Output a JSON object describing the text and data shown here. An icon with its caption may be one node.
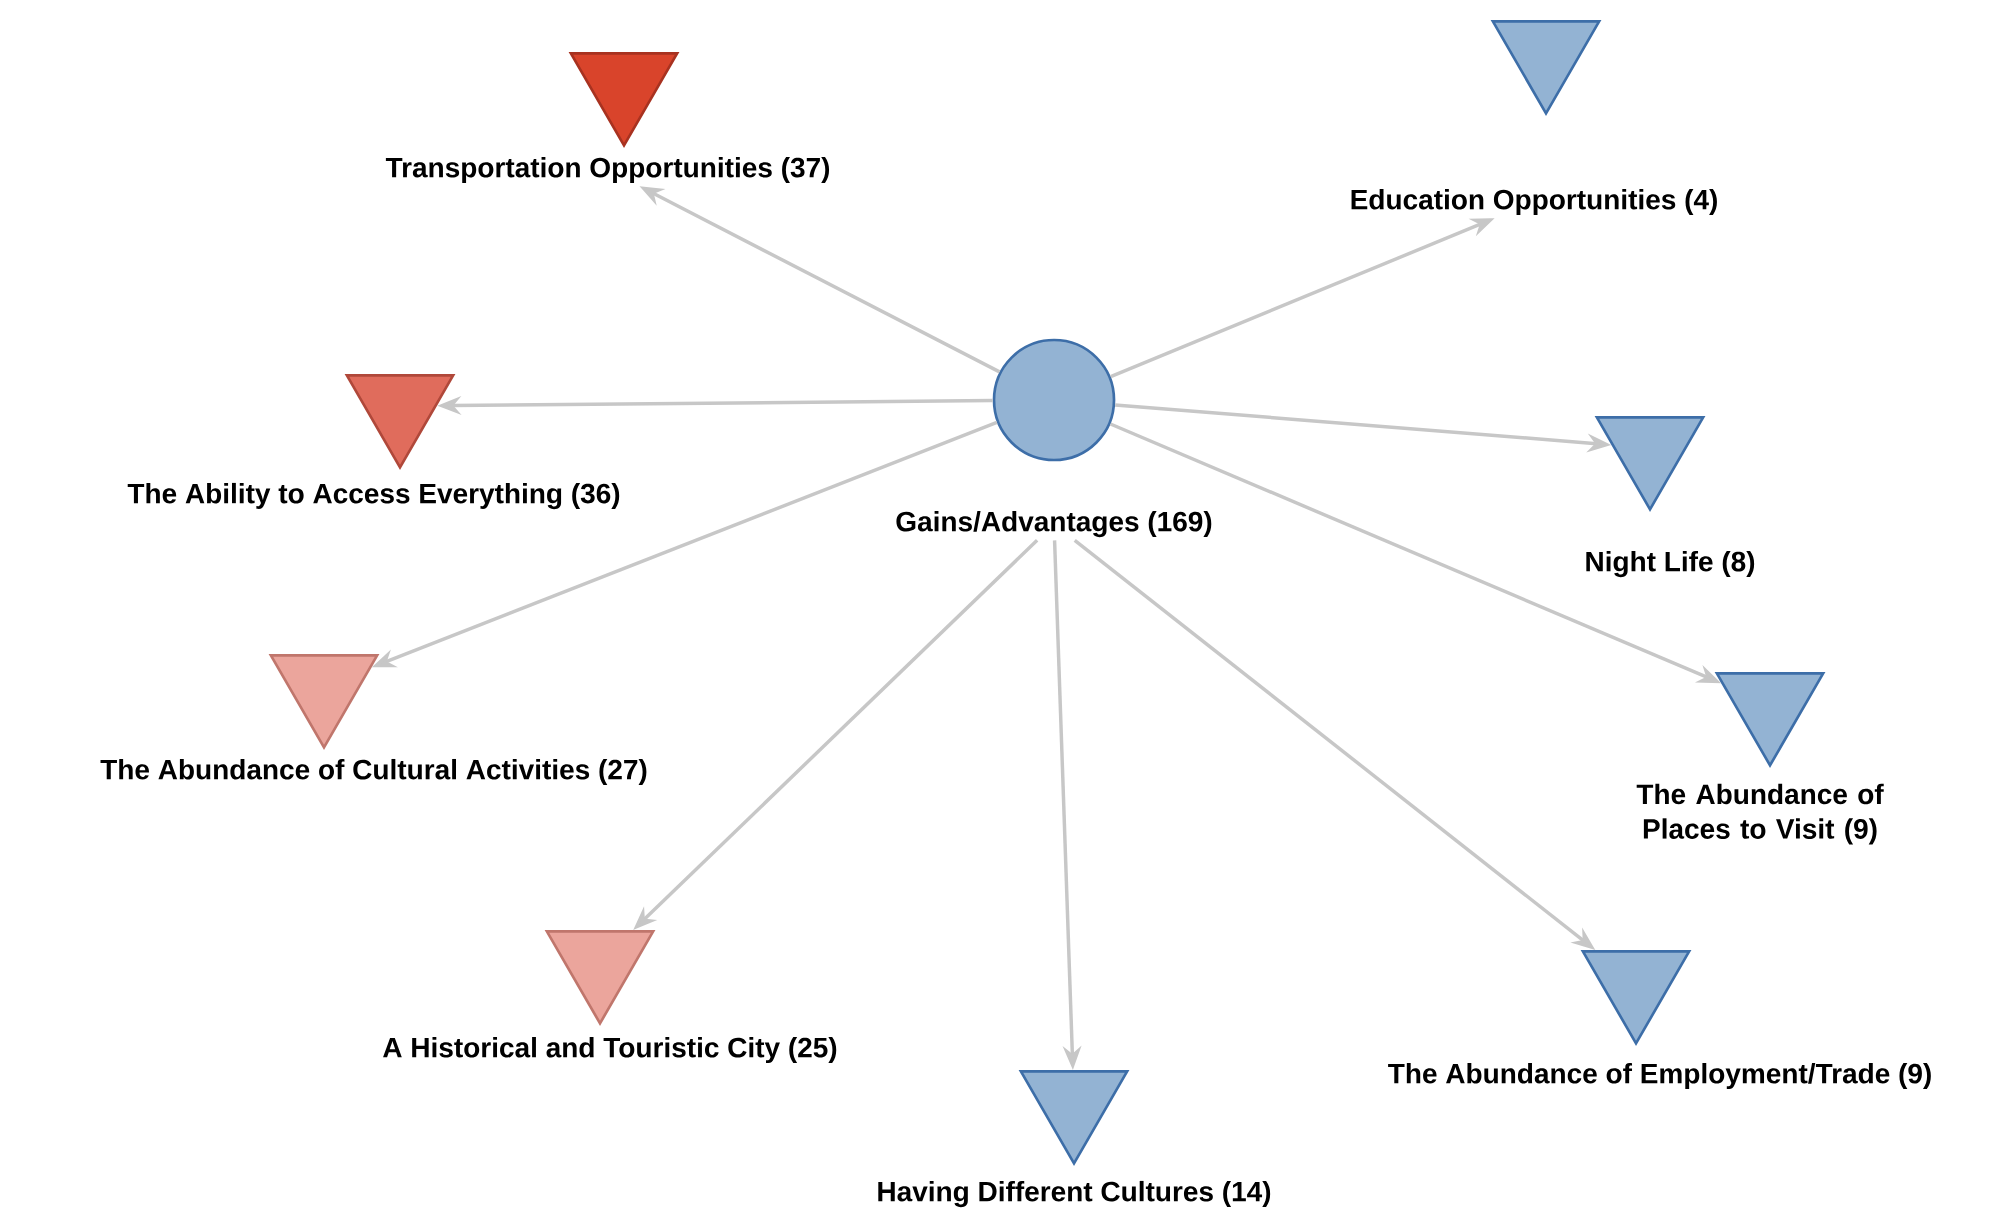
{
  "diagram": {
    "nodes": [
      {
        "text": [
          "Gains/Advantages (169)"
        ]
      },
      {
        "text": [
          "Transportation Opportunities (37)"
        ]
      },
      {
        "text": [
          "Education Opportunities (4)"
        ]
      },
      {
        "text": [
          "The Ability to Access Everything (36)"
        ]
      },
      {
        "text": [
          "Night Life (8)"
        ]
      },
      {
        "text": [
          "The Abundance of Cultural Activities (27)"
        ]
      },
      {
        "text": [
          "The Abundance of Places to Visit (9)"
        ]
      },
      {
        "text": [
          "A Historical and Touristic City (25)"
        ]
      },
      {
        "text": [
          "The Abundance of Employment/Trade (9)"
        ]
      },
      {
        "text": [
          "Having Different Cultures (14)"
        ]
      }
    ],
    "edges": [
      {
        "from": 0,
        "to": 1,
        "arrow": "to"
      },
      {
        "from": 0,
        "to": 2,
        "arrow": "to"
      },
      {
        "from": 0,
        "to": 3,
        "arrow": "to"
      },
      {
        "from": 0,
        "to": 4,
        "arrow": "to"
      },
      {
        "from": 0,
        "to": 5,
        "arrow": "to"
      },
      {
        "from": 0,
        "to": 6,
        "arrow": "to"
      },
      {
        "from": 0,
        "to": 7,
        "arrow": "to"
      },
      {
        "from": 0,
        "to": 8,
        "arrow": "to"
      },
      {
        "from": 0,
        "to": 9,
        "arrow": "to"
      }
    ]
  }
}
